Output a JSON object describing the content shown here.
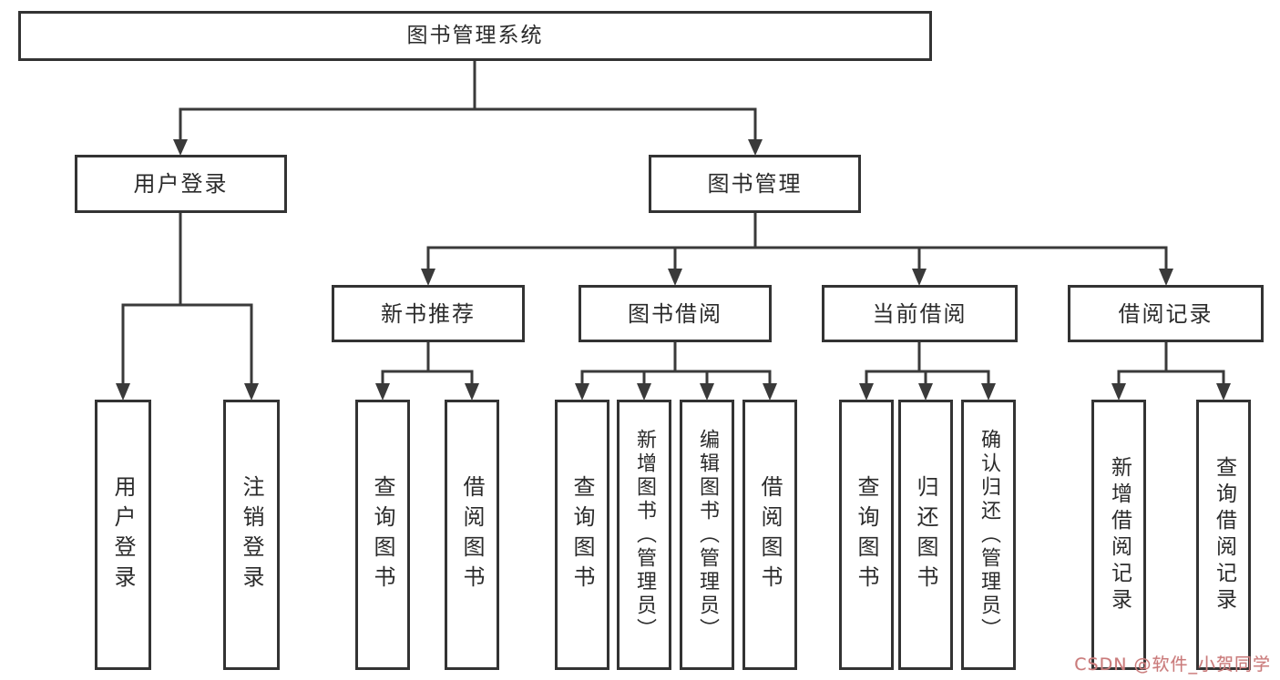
{
  "diagram_title": "图书管理系统",
  "colors": {
    "line": "#3a3a3a",
    "box_border": "#333333",
    "text": "#2b2b2b",
    "background": "#ffffff",
    "watermark": "#c97b7b"
  },
  "tree": {
    "label": "图书管理系统",
    "children": [
      {
        "label": "用户登录",
        "children": [
          {
            "label": "用户登录"
          },
          {
            "label": "注销登录"
          }
        ]
      },
      {
        "label": "图书管理",
        "children": [
          {
            "label": "新书推荐",
            "children": [
              {
                "label": "查询图书"
              },
              {
                "label": "借阅图书"
              }
            ]
          },
          {
            "label": "图书借阅",
            "children": [
              {
                "label": "查询图书"
              },
              {
                "label": "新增图书（管理员）"
              },
              {
                "label": "编辑图书（管理员）"
              },
              {
                "label": "借阅图书"
              }
            ]
          },
          {
            "label": "当前借阅",
            "children": [
              {
                "label": "查询图书"
              },
              {
                "label": "归还图书"
              },
              {
                "label": "确认归还（管理员）"
              }
            ]
          },
          {
            "label": "借阅记录",
            "children": [
              {
                "label": "新增借阅记录"
              },
              {
                "label": "查询借阅记录"
              }
            ]
          }
        ]
      }
    ]
  },
  "watermark": {
    "text": "CSDN @软件_小贺同学"
  }
}
